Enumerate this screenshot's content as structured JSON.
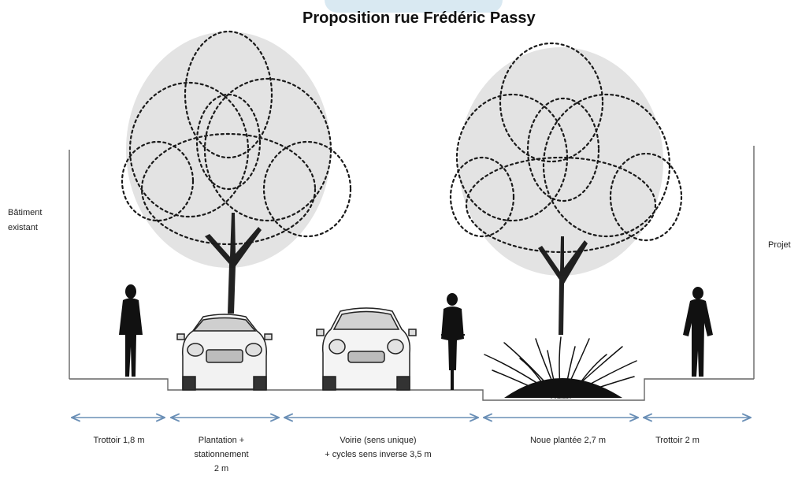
{
  "title": "Proposition rue Frédéric Passy",
  "side_labels": {
    "left_line1": "Bâtiment",
    "left_line2": "existant",
    "right": "Projet"
  },
  "segments": [
    {
      "label_line1": "Trottoir 1,8 m",
      "label_line2": "",
      "label_line3": ""
    },
    {
      "label_line1": "Plantation +",
      "label_line2": "stationnement",
      "label_line3": "2 m"
    },
    {
      "label_line1": "Voirie  (sens unique)",
      "label_line2": "+ cycles sens inverse 3,5 m",
      "label_line3": ""
    },
    {
      "label_line1": "Noue plantée 2,7 m",
      "label_line2": "",
      "label_line3": ""
    },
    {
      "label_line1": "Trottoir 2 m",
      "label_line2": "",
      "label_line3": ""
    }
  ],
  "colors": {
    "ink": "#111111",
    "arrow": "#6a8fb6",
    "line": "#555555",
    "accent": "#cfe3ef"
  }
}
